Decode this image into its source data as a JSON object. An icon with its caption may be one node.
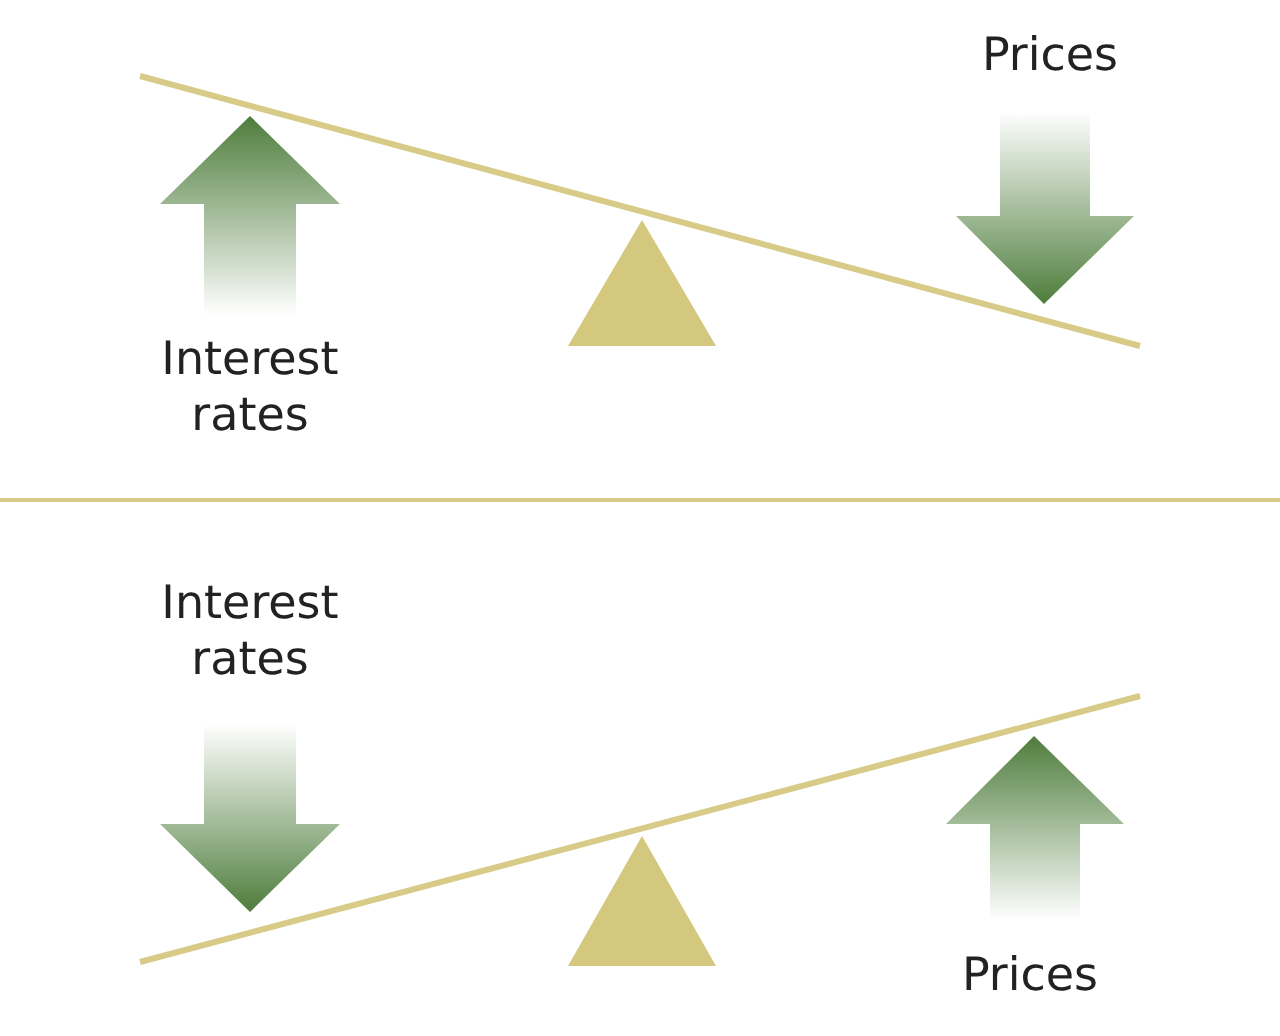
{
  "diagram": {
    "labels": [
      "Prices",
      "Interest rates",
      "Interest rates",
      "Prices"
    ]
  }
}
